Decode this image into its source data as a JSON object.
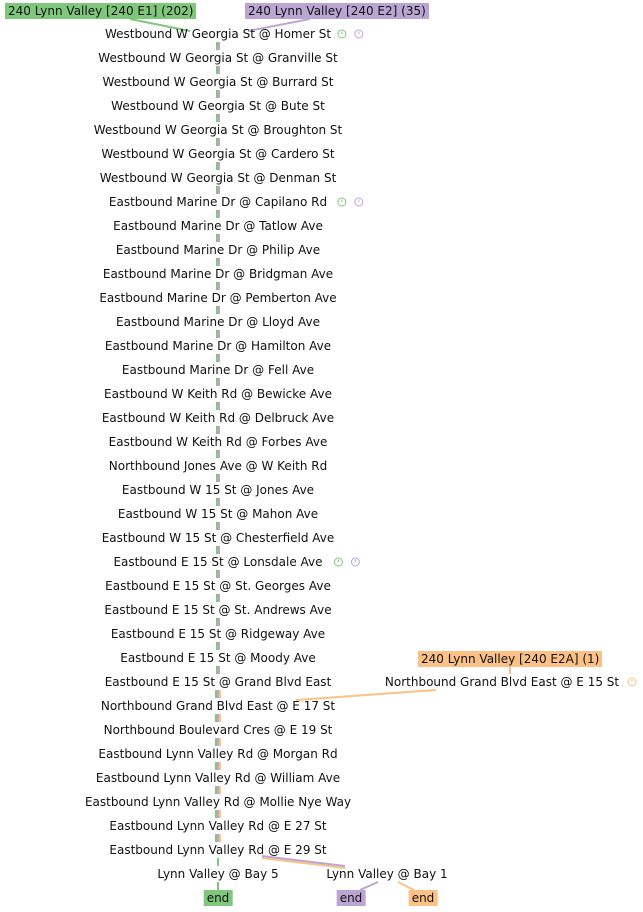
{
  "routes": [
    {
      "id": "e1",
      "label": "240 Lynn Valley [240 E1] (202)",
      "color": "#7fc77b",
      "end_label": "end"
    },
    {
      "id": "e2",
      "label": "240 Lynn Valley [240 E2] (35)",
      "color": "#bba6d3",
      "end_label": "end"
    },
    {
      "id": "e2a",
      "label": "240 Lynn Valley [240 E2A] (1)",
      "color": "#fbc187",
      "end_label": "end"
    }
  ],
  "stops": [
    {
      "name": "Westbound W Georgia St @ Homer St",
      "timepoint": true
    },
    {
      "name": "Westbound W Georgia St @ Granville St"
    },
    {
      "name": "Westbound W Georgia St @ Burrard St"
    },
    {
      "name": "Westbound W Georgia St @ Bute St"
    },
    {
      "name": "Westbound W Georgia St @ Broughton St"
    },
    {
      "name": "Westbound W Georgia St @ Cardero St"
    },
    {
      "name": "Westbound W Georgia St @ Denman St"
    },
    {
      "name": "Eastbound Marine Dr @ Capilano Rd",
      "timepoint": true
    },
    {
      "name": "Eastbound Marine Dr @ Tatlow Ave"
    },
    {
      "name": "Eastbound Marine Dr @ Philip Ave"
    },
    {
      "name": "Eastbound Marine Dr @ Bridgman Ave"
    },
    {
      "name": "Eastbound Marine Dr @ Pemberton Ave"
    },
    {
      "name": "Eastbound Marine Dr @ Lloyd Ave"
    },
    {
      "name": "Eastbound Marine Dr @ Hamilton Ave"
    },
    {
      "name": "Eastbound Marine Dr @ Fell Ave"
    },
    {
      "name": "Eastbound W Keith Rd @ Bewicke Ave"
    },
    {
      "name": "Eastbound W Keith Rd @ Delbruck Ave"
    },
    {
      "name": "Eastbound W Keith Rd @ Forbes Ave"
    },
    {
      "name": "Northbound Jones Ave @ W Keith Rd"
    },
    {
      "name": "Eastbound W 15 St @ Jones Ave"
    },
    {
      "name": "Eastbound W 15 St @ Mahon Ave"
    },
    {
      "name": "Eastbound W 15 St @ Chesterfield Ave"
    },
    {
      "name": "Eastbound E 15 St @ Lonsdale Ave",
      "timepoint": true
    },
    {
      "name": "Eastbound E 15 St @ St. Georges Ave"
    },
    {
      "name": "Eastbound E 15 St @ St. Andrews Ave"
    },
    {
      "name": "Eastbound E 15 St @ Ridgeway Ave"
    },
    {
      "name": "Eastbound E 15 St @ Moody Ave"
    },
    {
      "name": "Eastbound E 15 St @ Grand Blvd East"
    },
    {
      "name": "Northbound Grand Blvd East @ E 17 St"
    },
    {
      "name": "Northbound Boulevard Cres @ E 19 St"
    },
    {
      "name": "Eastbound Lynn Valley Rd @ Morgan Rd"
    },
    {
      "name": "Eastbound Lynn Valley Rd @ William Ave"
    },
    {
      "name": "Eastbound Lynn Valley Rd @ Mollie Nye Way"
    },
    {
      "name": "Eastbound Lynn Valley Rd @ E 27 St"
    },
    {
      "name": "Eastbound Lynn Valley Rd @ E 29 St"
    }
  ],
  "branch_stop": {
    "name": "Northbound Grand Blvd East @ E 15 St",
    "timepoint": true
  },
  "terminals": [
    {
      "name": "Lynn Valley @ Bay 5"
    },
    {
      "name": "Lynn Valley @ Bay 1"
    }
  ],
  "icons": {
    "timepoint": "clock-icon"
  },
  "colors": {
    "clock_green": "#7fc77b",
    "clock_purple": "#bba6d3",
    "clock_orange": "#fbc187"
  }
}
